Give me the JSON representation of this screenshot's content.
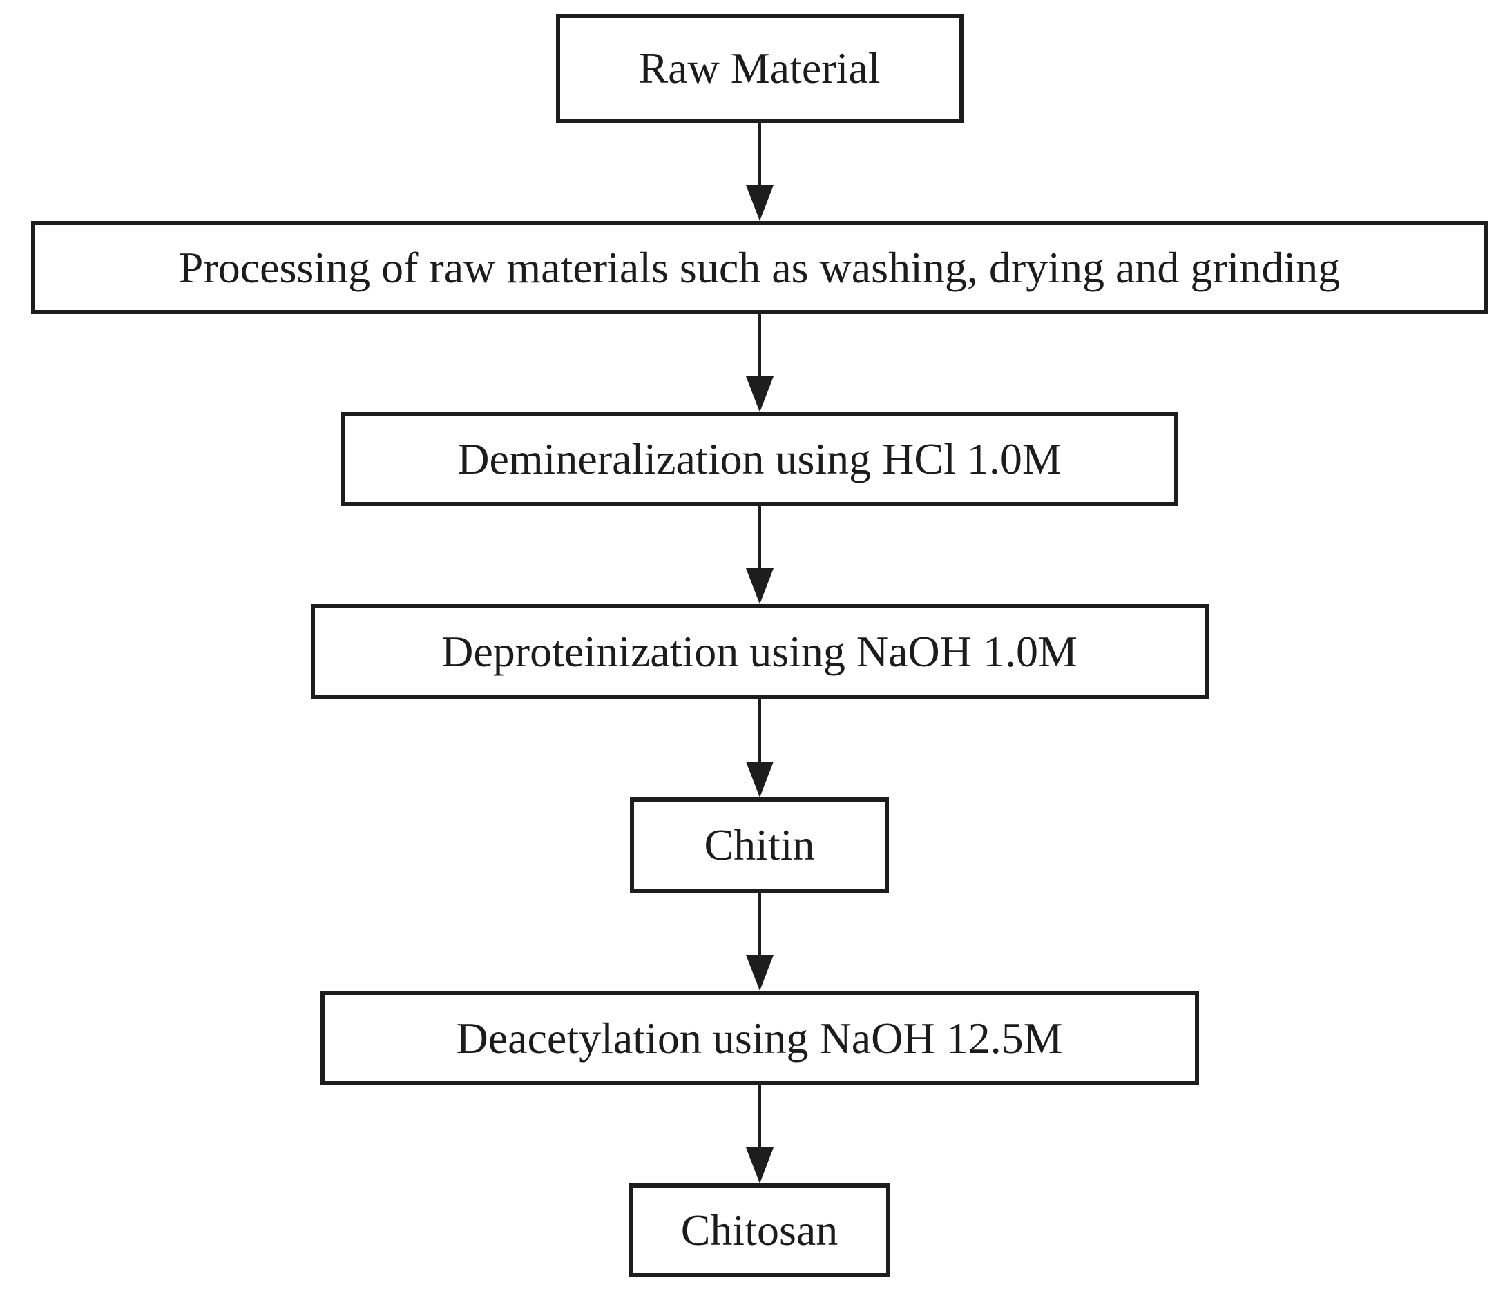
{
  "flowchart": {
    "nodes": [
      {
        "id": "raw-material",
        "label": "Raw Material"
      },
      {
        "id": "processing",
        "label": "Processing of raw materials such as washing, drying and grinding"
      },
      {
        "id": "demineralization",
        "label": "Demineralization using HCl 1.0M"
      },
      {
        "id": "deproteinization",
        "label": "Deproteinization using NaOH 1.0M"
      },
      {
        "id": "chitin",
        "label": "Chitin"
      },
      {
        "id": "deacetylation",
        "label": "Deacetylation using NaOH 12.5M"
      },
      {
        "id": "chitosan",
        "label": "Chitosan"
      }
    ],
    "edges": [
      {
        "from": "raw-material",
        "to": "processing",
        "direction": "down"
      },
      {
        "from": "processing",
        "to": "demineralization",
        "direction": "down"
      },
      {
        "from": "demineralization",
        "to": "deproteinization",
        "direction": "down"
      },
      {
        "from": "deproteinization",
        "to": "chitin",
        "direction": "down"
      },
      {
        "from": "chitin",
        "to": "deacetylation",
        "direction": "down"
      },
      {
        "from": "deacetylation",
        "to": "chitosan",
        "direction": "down"
      }
    ],
    "colors": {
      "box_border": "#1d1d1d",
      "box_fill": "#ffffff",
      "text": "#1c1c1c",
      "arrow": "#1d1d1d",
      "background": "#ffffff"
    }
  }
}
